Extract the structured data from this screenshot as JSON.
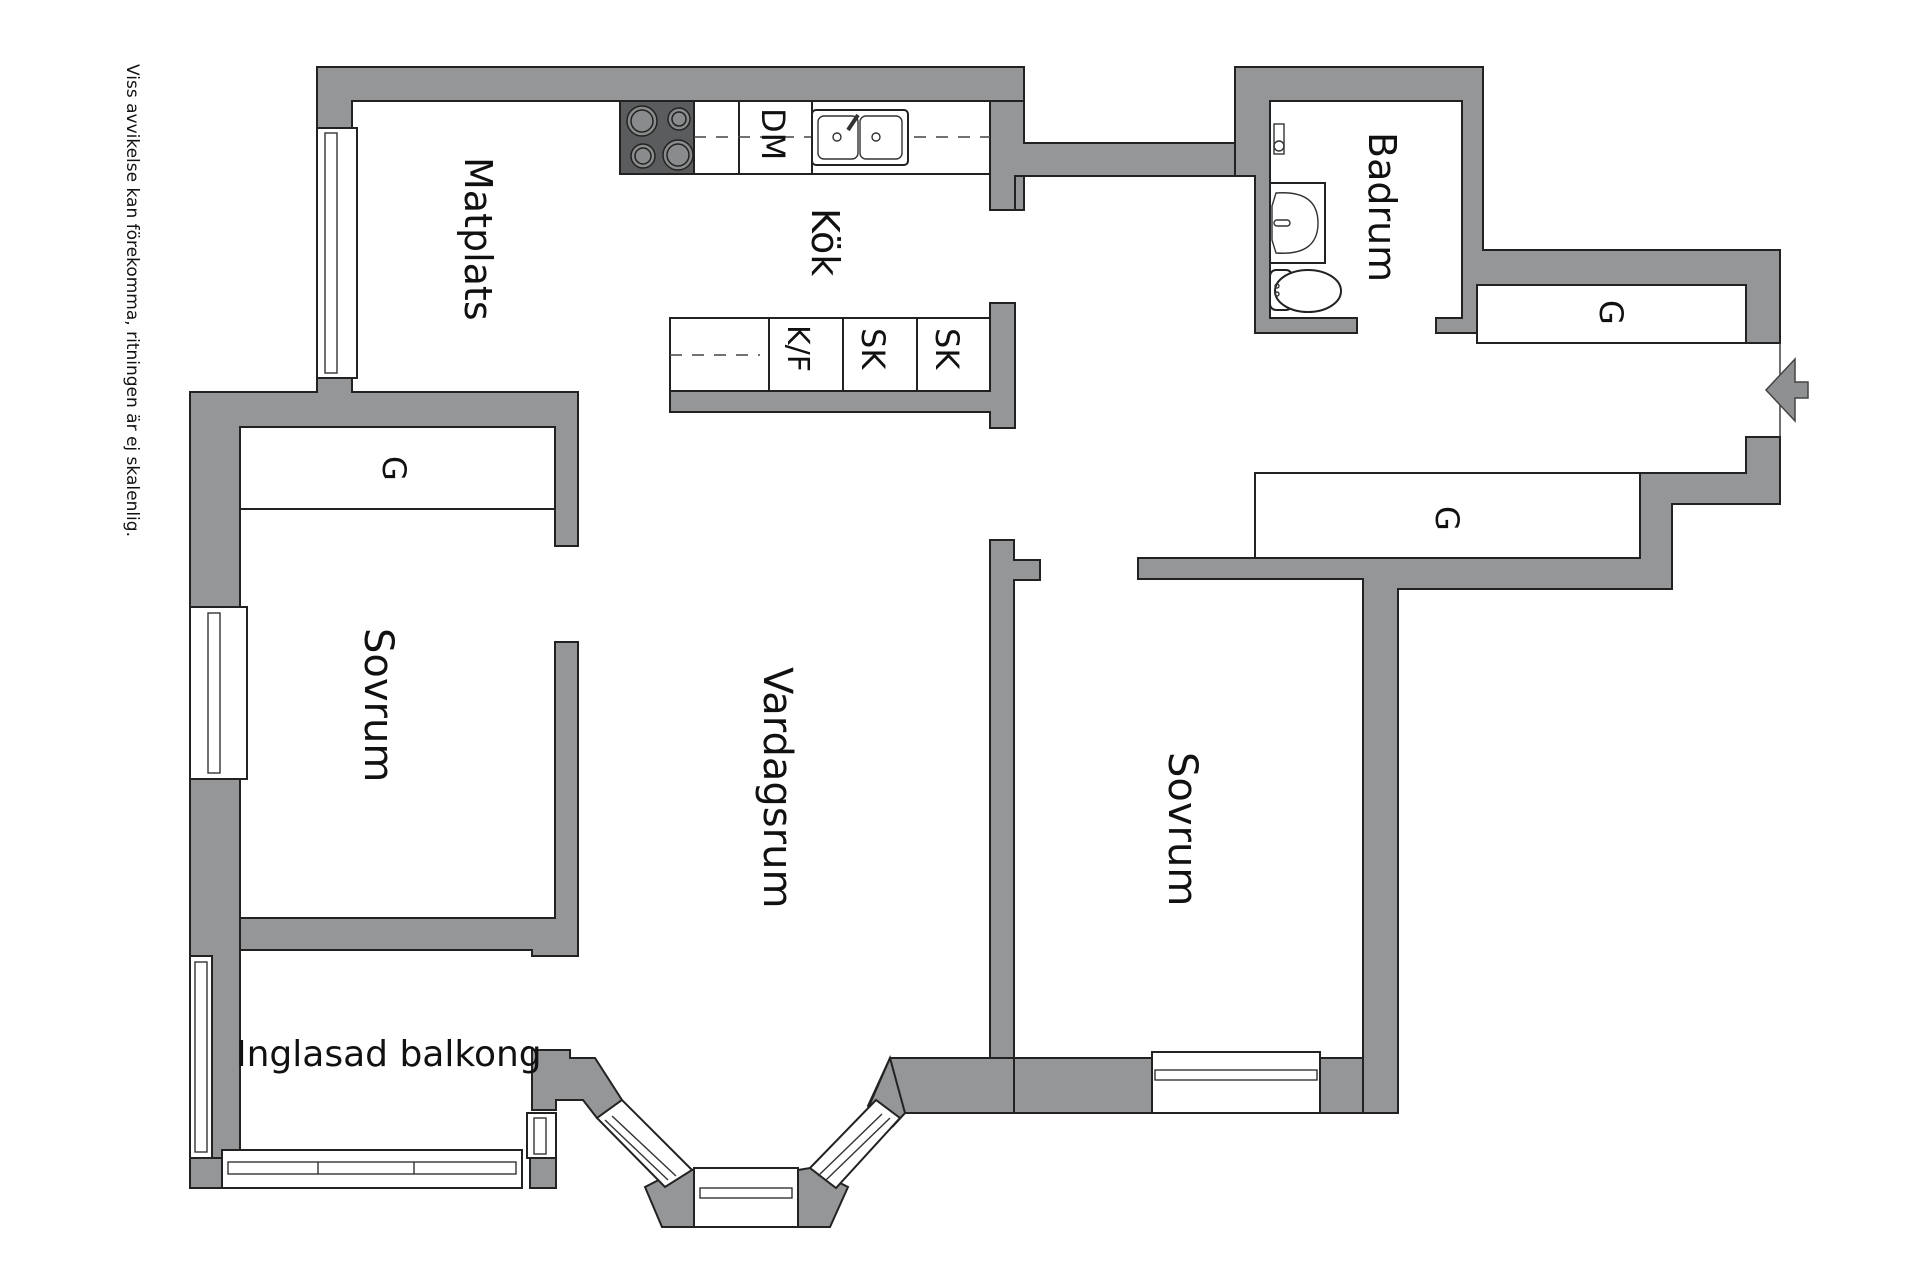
{
  "disclaimer": "Viss avvikelse kan förekomma, ritningen är ej skalenlig.",
  "rooms": {
    "kitchen": "Kök",
    "dining": "Matplats",
    "living": "Vardagsrum",
    "bedroom_left": "Sovrum",
    "bedroom_right": "Sovrum",
    "bathroom": "Badrum",
    "balcony": "Inglasad balkong"
  },
  "fixtures": {
    "dishwasher": "DM",
    "fridge_freezer": "K/F",
    "cabinet_1": "SK",
    "cabinet_2": "SK"
  },
  "closets": {
    "left_bedroom": "G",
    "hall_top": "G",
    "hall_bottom": "G"
  },
  "colors": {
    "wall": "#949697",
    "stove": "#5b5c5d",
    "outline": "#222222",
    "background": "#ffffff"
  },
  "entrance": {
    "icon": "entrance-arrow-icon"
  }
}
